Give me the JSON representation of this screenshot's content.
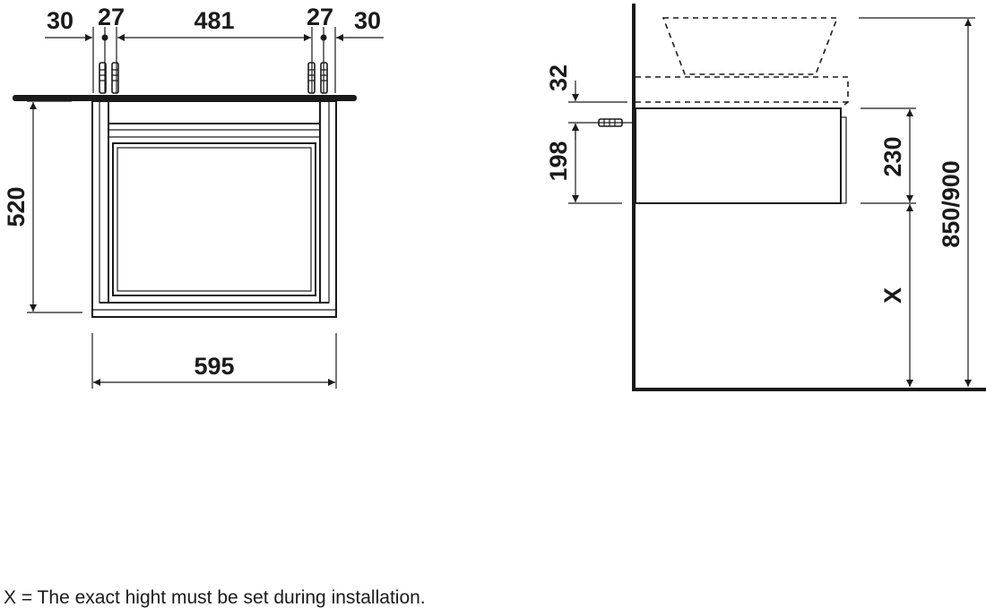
{
  "front_view": {
    "top_dims": [
      "30",
      "27",
      "481",
      "27",
      "30"
    ],
    "height_dim": "520",
    "width_dim": "595"
  },
  "side_view": {
    "offset_dim": "32",
    "bracket_dim": "198",
    "drawer_height_dim": "230",
    "total_height_dim": "850/900",
    "variable_height_dim": "X"
  },
  "footnote": "X = The exact hight must be set during installation."
}
